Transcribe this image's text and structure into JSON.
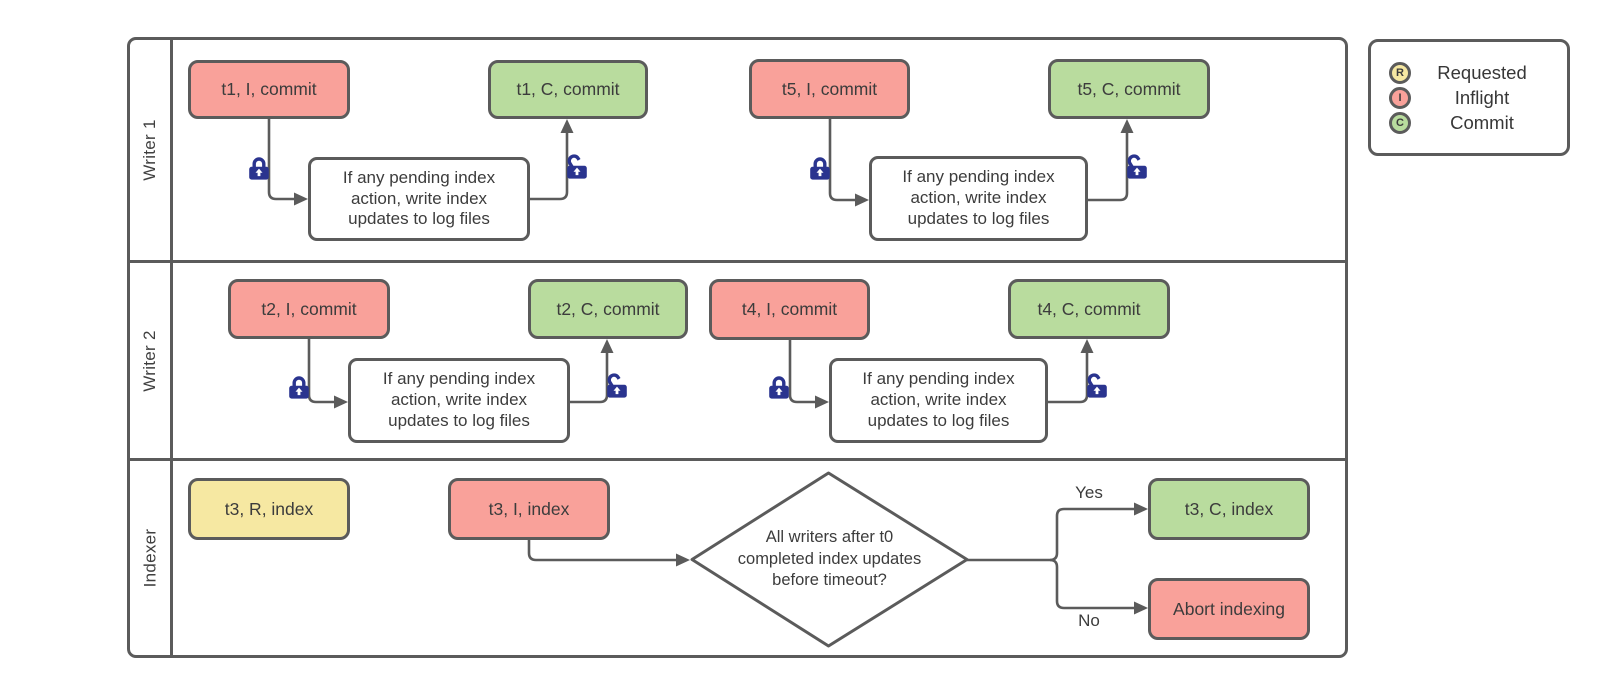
{
  "colors": {
    "inflight": "#f9a19a",
    "commit": "#b9dc9e",
    "requested": "#f6e8a2",
    "process_fill": "#ffffff",
    "border": "#5b5b5b",
    "line": "#5b5b5b",
    "lock": "#2a348f",
    "text": "#3c3c3c"
  },
  "lanes": [
    {
      "label": "Writer 1"
    },
    {
      "label": "Writer 2"
    },
    {
      "label": "Indexer"
    }
  ],
  "nodes": {
    "t1_inflight": "t1, I, commit",
    "t1_commit": "t1, C, commit",
    "t5_inflight": "t5, I, commit",
    "t5_commit": "t5, C, commit",
    "t2_inflight": "t2, I, commit",
    "t2_commit": "t2, C, commit",
    "t4_inflight": "t4, I, commit",
    "t4_commit": "t4, C, commit",
    "t3_requested": "t3, R, index",
    "t3_inflight": "t3, I, index",
    "t3_commit": "t3, C, index",
    "abort": "Abort indexing",
    "process": "If any pending index\naction, write index\nupdates to log files",
    "decision": "All writers after t0\ncompleted index updates\nbefore timeout?"
  },
  "edge_labels": {
    "yes": "Yes",
    "no": "No"
  },
  "legend": {
    "items": [
      {
        "letter": "R",
        "label": "Requested",
        "color_key": "requested"
      },
      {
        "letter": "I",
        "label": "Inflight",
        "color_key": "inflight"
      },
      {
        "letter": "C",
        "label": "Commit",
        "color_key": "commit"
      }
    ]
  }
}
